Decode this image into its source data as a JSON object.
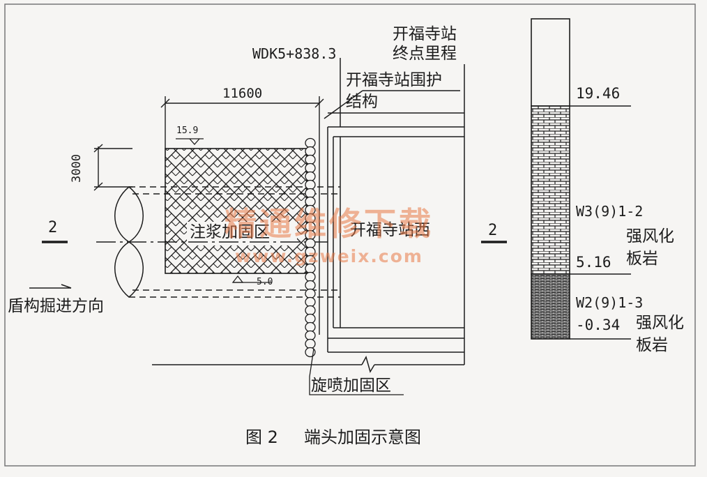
{
  "drawing": {
    "station_mileage": "WDK5+838.3",
    "station_end_mileage_line1": "开福寺站",
    "station_end_mileage_line2": "终点里程",
    "retaining_structure_line1": "开福寺站围护",
    "retaining_structure_line2": "结构",
    "reinforcement_length": "11600",
    "top_elevation": "15.9",
    "bottom_elevation": "5.0",
    "dimension_3000": "3000",
    "section_mark_left": "2",
    "section_mark_right": "2",
    "grout_zone_label": "注浆加固区",
    "station_west_label": "开福寺站西",
    "tunnel_direction_label": "盾构掘进方向",
    "jet_grout_label": "旋喷加固区"
  },
  "geology_column": {
    "top_elevation": "19.46",
    "layer1_code": "W3(9)1-2",
    "layer1_name_line1": "强风化",
    "layer1_name_line2": "板岩",
    "layer1_bottom": "5.16",
    "layer2_code": "W2(9)1-3",
    "layer2_bottom": "-0.34",
    "layer2_name_line1": "强风化",
    "layer2_name_line2": "板岩"
  },
  "caption": {
    "figure_number": "图 2",
    "figure_title": "端头加固示意图"
  },
  "watermark": {
    "title": "精通维修下载",
    "url": "www.gzweix.com"
  },
  "colors": {
    "line": "#1c1c1c",
    "paper": "#f6f5f3",
    "watermark": "#e8784a"
  }
}
